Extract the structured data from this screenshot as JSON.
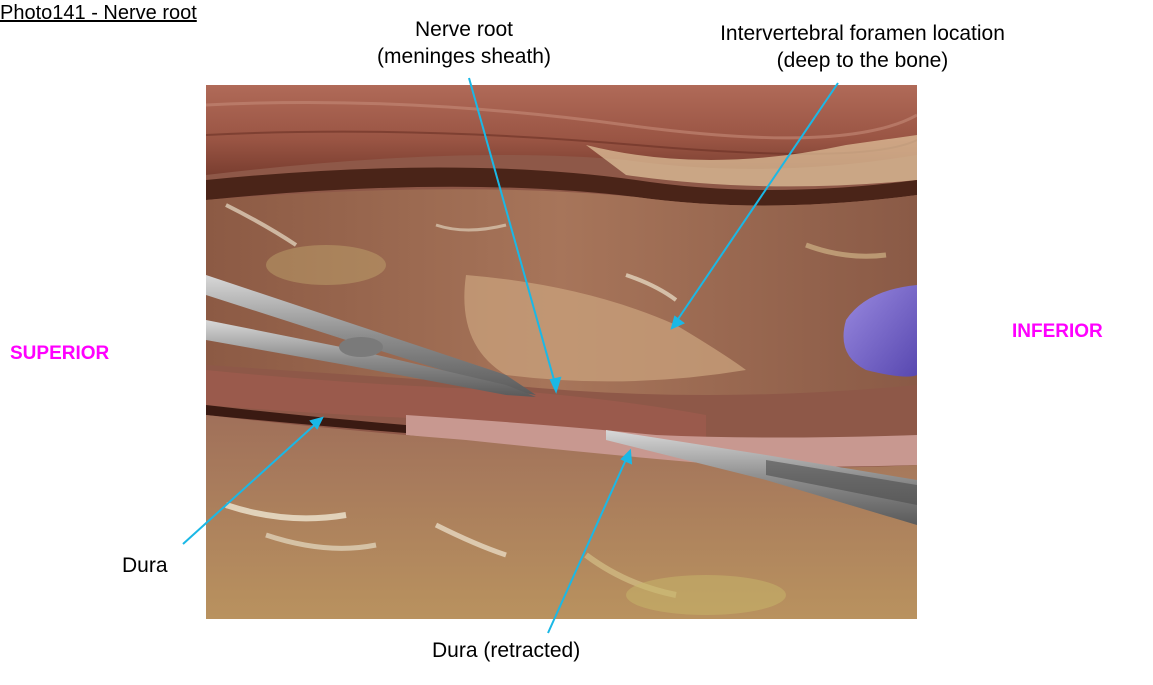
{
  "title": "Photo141 - Nerve root",
  "labels": {
    "nerve_root_line1": "Nerve root",
    "nerve_root_line2": "(meninges sheath)",
    "foramen_line1": "Intervertebral foramen location",
    "foramen_line2": "(deep to the bone)",
    "dura": "Dura",
    "dura_retracted": "Dura (retracted)"
  },
  "orientation": {
    "superior": "SUPERIOR",
    "inferior": "INFERIOR"
  },
  "colors": {
    "leader_line": "#1ab8e6",
    "orientation_text": "#ff00ff"
  },
  "image": {
    "subject": "dissection-photo"
  }
}
